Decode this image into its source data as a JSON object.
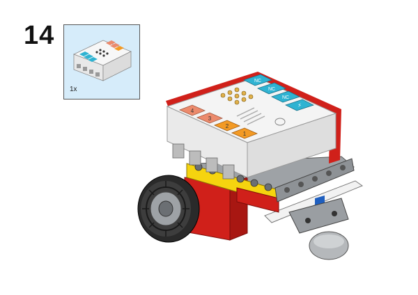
{
  "step": {
    "number": "14"
  },
  "callout": {
    "quantity": "1x",
    "part_icon": "hub-controller-icon"
  },
  "model": {
    "icon": "robot-assembly-icon",
    "port_labels": [
      "NC",
      "NC",
      "NC",
      "⚡"
    ],
    "motor_ports": [
      "4",
      "3",
      "2",
      "1"
    ]
  },
  "colors": {
    "callout_bg": "#d6ecfa",
    "hub_white": "#f4f4f4",
    "port_cyan": "#2fb3d2",
    "port_salmon": "#ec8a6c",
    "port_orange": "#f39a24",
    "brick_red": "#d0201a",
    "brick_yellow": "#f5d40f",
    "beam_gray": "#8e9296"
  }
}
